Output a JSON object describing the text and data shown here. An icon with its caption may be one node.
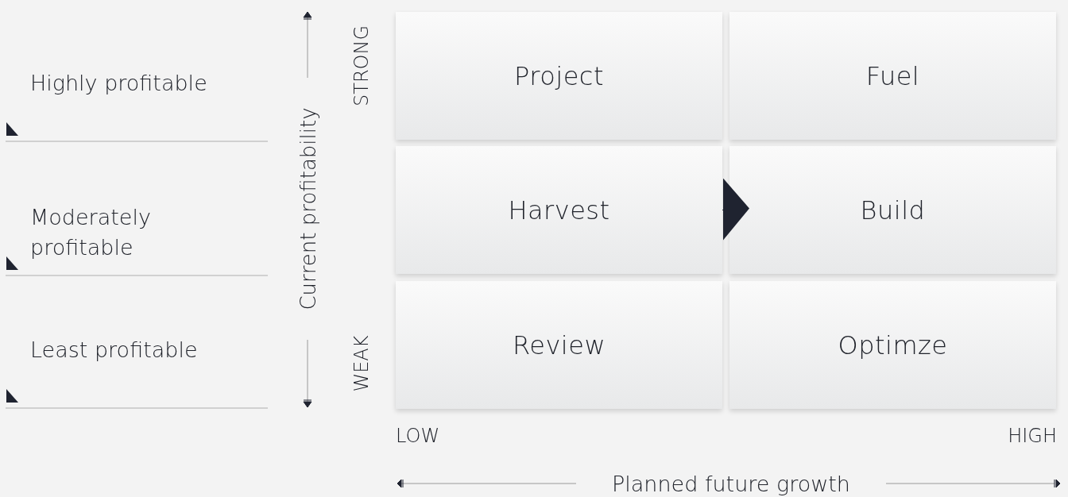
{
  "diagram": {
    "nodes": [
      {
        "text": [
          "Project"
        ]
      },
      {
        "text": [
          "Fuel"
        ]
      },
      {
        "text": [
          "Harvest"
        ]
      },
      {
        "text": [
          "Build"
        ]
      },
      {
        "text": [
          "Review"
        ]
      },
      {
        "text": [
          "Optimze"
        ]
      }
    ],
    "edges": [
      {
        "from": 2,
        "to": 3,
        "arrow": "to"
      }
    ],
    "labels": [
      "Highly profitable",
      "Moderately profitable",
      "Least profitable",
      "Current profitability",
      "STRONG",
      "WEAK",
      "LOW",
      "HIGH",
      "Planned future growth"
    ]
  }
}
